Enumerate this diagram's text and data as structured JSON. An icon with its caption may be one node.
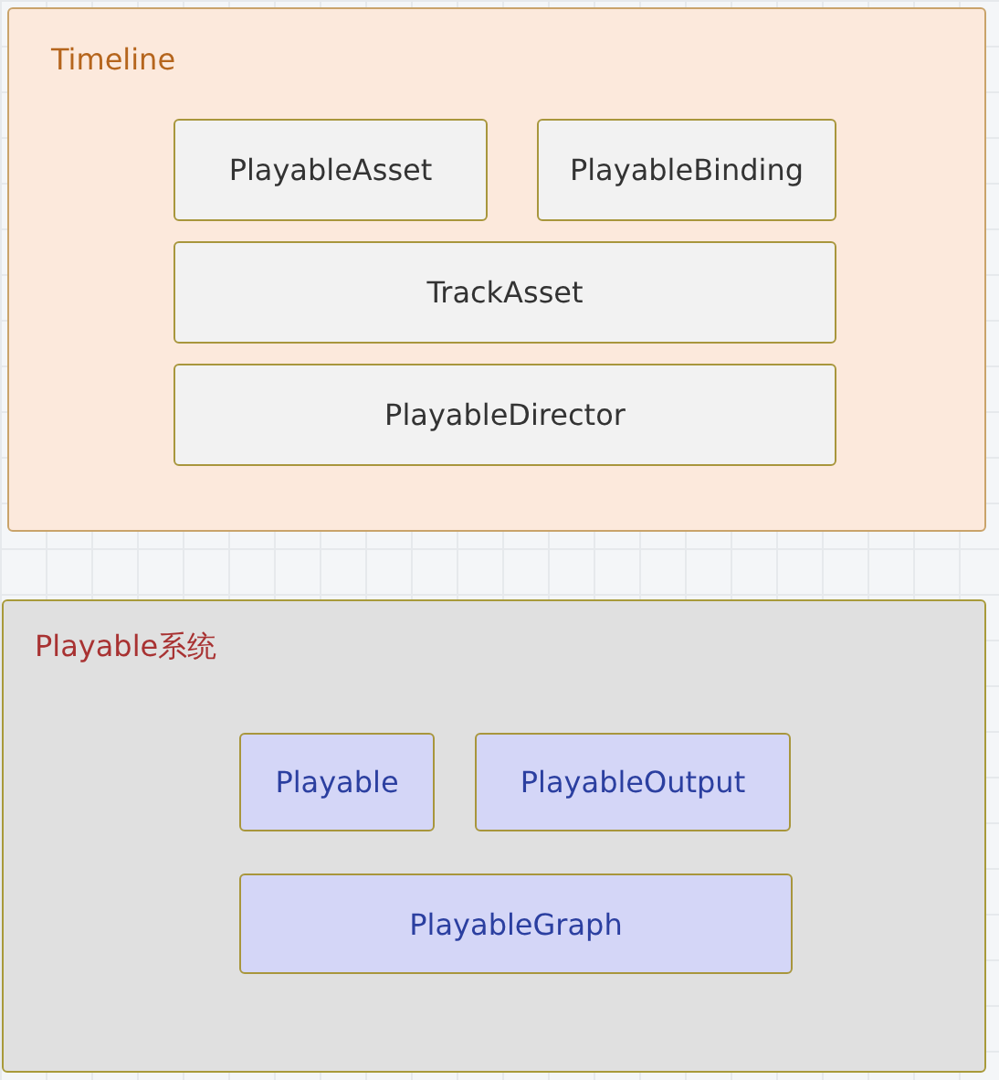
{
  "diagram": {
    "nodes": [
      {
        "text": [
          "Timeline"
        ]
      },
      {
        "text": [
          "PlayableAsset"
        ],
        "in": 0
      },
      {
        "text": [
          "PlayableBinding"
        ],
        "in": 0
      },
      {
        "text": [
          "TrackAsset"
        ],
        "in": 0
      },
      {
        "text": [
          "PlayableDirector"
        ],
        "in": 0
      },
      {
        "text": [
          "Playable系统"
        ]
      },
      {
        "text": [
          "Playable"
        ],
        "in": 5
      },
      {
        "text": [
          "PlayableOutput"
        ],
        "in": 5
      },
      {
        "text": [
          "PlayableGraph"
        ],
        "in": 5
      }
    ]
  }
}
